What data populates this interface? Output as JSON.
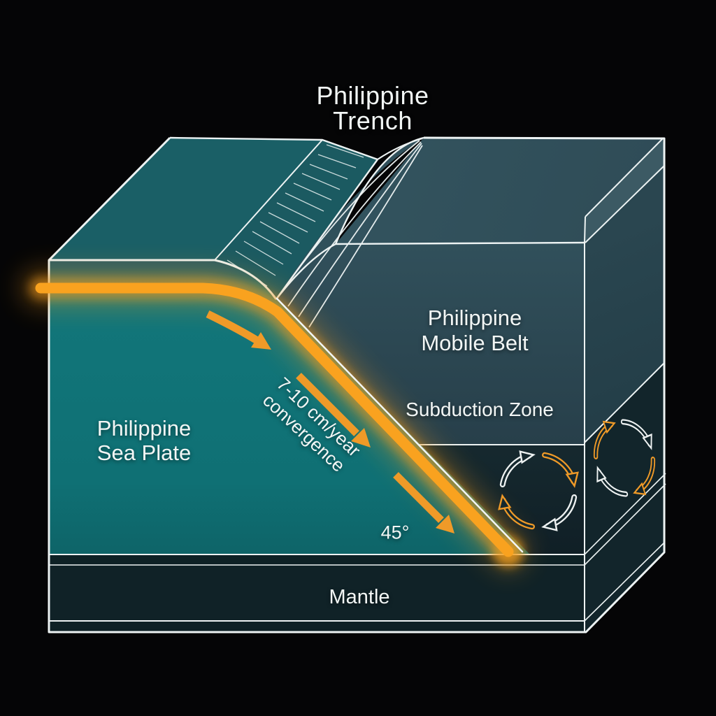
{
  "title": {
    "line1": "Philippine",
    "line2": "Trench"
  },
  "labels": {
    "mobile_belt_line1": "Philippine",
    "mobile_belt_line2": "Mobile Belt",
    "subduction_zone": "Subduction Zone",
    "sea_plate_line1": "Philippine",
    "sea_plate_line2": "Sea Plate",
    "mantle": "Mantle",
    "convergence_line1": "7-10 cm/year",
    "convergence_line2": "convergence",
    "dip_angle": "45°"
  },
  "annotations": {
    "convergence_rate": "7-10 cm/year",
    "subduction_dip_degrees": 45
  },
  "colors": {
    "background": "#050506",
    "sea_plate_top": "#1a5f66",
    "sea_plate_front": "#107174",
    "trench_wall": "#1b5a61",
    "mobile_belt_top": "#31515c",
    "mobile_belt_front": "#2c4954",
    "mobile_belt_side": "#243f4a",
    "mantle_dark": "#112329",
    "slab_orange": "#f59c1a",
    "arrow_orange": "#ef9a28",
    "line_white": "#edf3f3"
  },
  "icons": {
    "convection_cell": "circular-arrows",
    "convergence_arrow": "diagonal-arrow",
    "bend_arrow": "curved-arrow"
  }
}
